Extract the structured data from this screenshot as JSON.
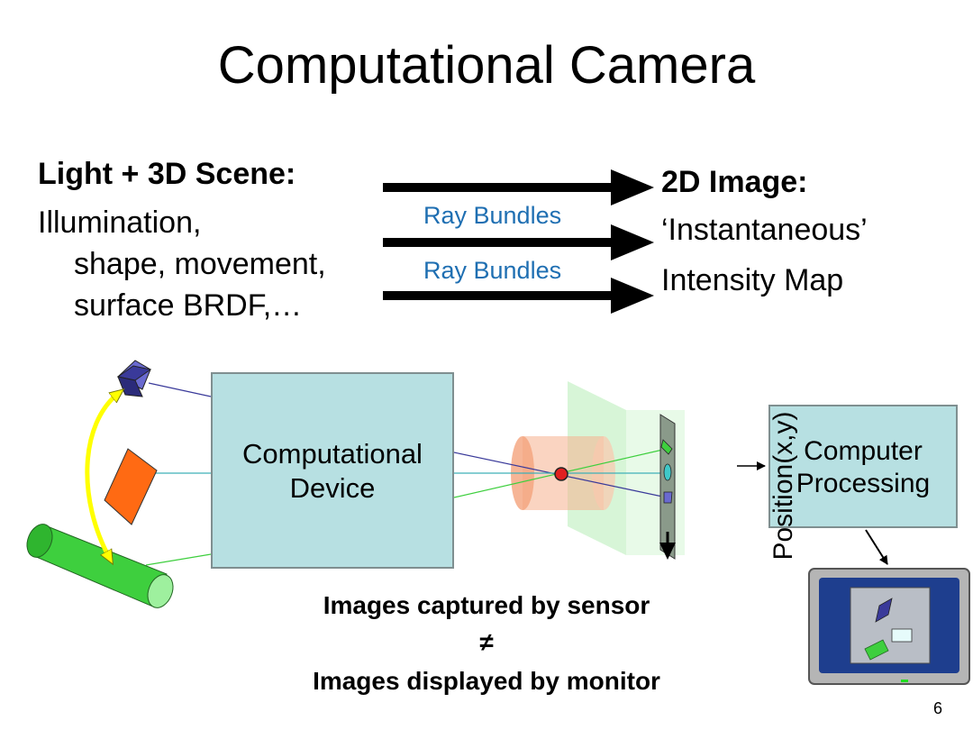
{
  "title": "Computational Camera",
  "left_block": {
    "heading": "Light + 3D Scene:",
    "line1": "Illumination,",
    "line2": "shape, movement,",
    "line3": "surface BRDF,…"
  },
  "right_block": {
    "heading": "2D Image:",
    "line1": "‘Instantaneous’",
    "line2": "Intensity Map"
  },
  "ray_labels": [
    "Ray Bundles",
    "Ray Bundles"
  ],
  "device_box": {
    "line1": "Computational",
    "line2": "Device"
  },
  "computer_box": {
    "line1": "Computer",
    "line2": "Processing"
  },
  "position_label": "Position(x,y)",
  "conclusion": {
    "line1": "Images captured by sensor",
    "symbol": "≠",
    "line2": "Images displayed by monitor"
  },
  "page_number": "6",
  "colors": {
    "ray_text": "#1f6fb2",
    "box_fill": "#b7e0e2",
    "blue_cube": "#3a3a9a",
    "orange_box": "#ff6a13",
    "green_cylinder": "#3ecf3e",
    "yellow_arrow": "#ffff00",
    "lens": "#f6b08e"
  }
}
